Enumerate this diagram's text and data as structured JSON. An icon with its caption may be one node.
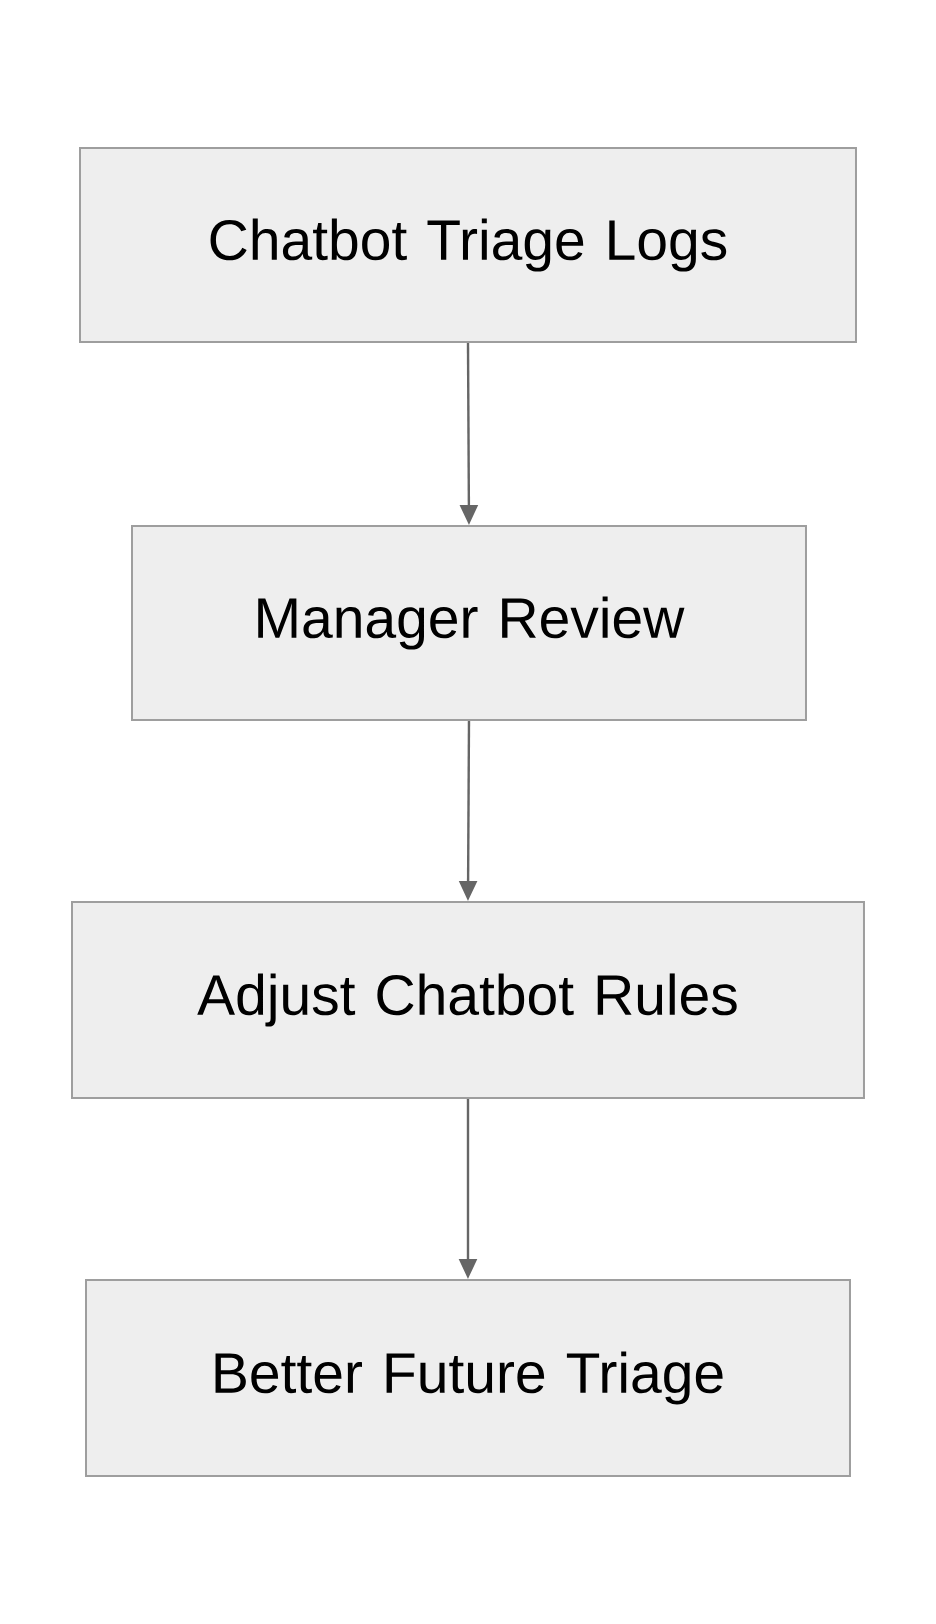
{
  "diagram": {
    "nodes": [
      {
        "text": [
          "Chatbot Triage Logs"
        ]
      },
      {
        "text": [
          "Manager Review"
        ]
      },
      {
        "text": [
          "Adjust Chatbot Rules"
        ]
      },
      {
        "text": [
          "Better Future Triage"
        ]
      }
    ],
    "edges": [
      {
        "from": 0,
        "to": 1,
        "arrow": "to"
      },
      {
        "from": 1,
        "to": 2,
        "arrow": "to"
      },
      {
        "from": 2,
        "to": 3,
        "arrow": "to"
      }
    ]
  }
}
